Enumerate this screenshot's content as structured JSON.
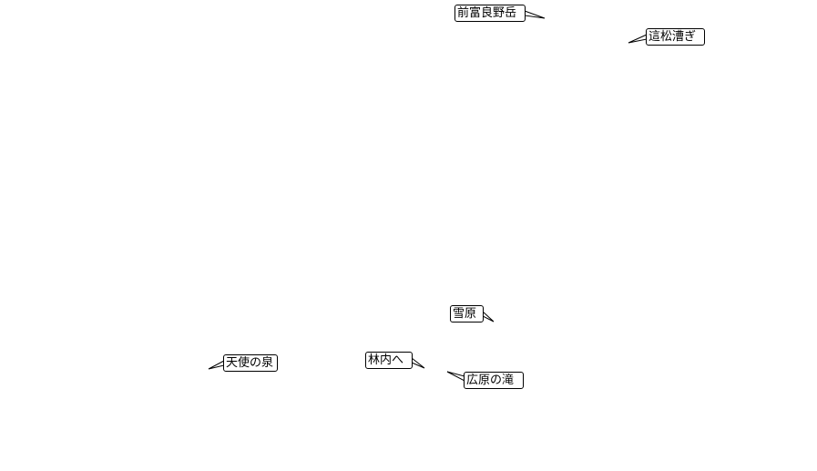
{
  "map": {
    "labels": [
      {
        "id": "maefurano",
        "text": "前富良野岳"
      },
      {
        "id": "hoshomatsu",
        "text": "這松漕ぎ"
      },
      {
        "id": "yukihara",
        "text": "雪原"
      },
      {
        "id": "rinnai",
        "text": "林内へ"
      },
      {
        "id": "tenshi",
        "text": "天使の泉"
      },
      {
        "id": "kohara",
        "text": "広原の滝"
      }
    ]
  },
  "colors": {
    "background": "#ffffff",
    "label_border": "#000000",
    "label_fill": "#ffffff",
    "text": "#000000"
  }
}
